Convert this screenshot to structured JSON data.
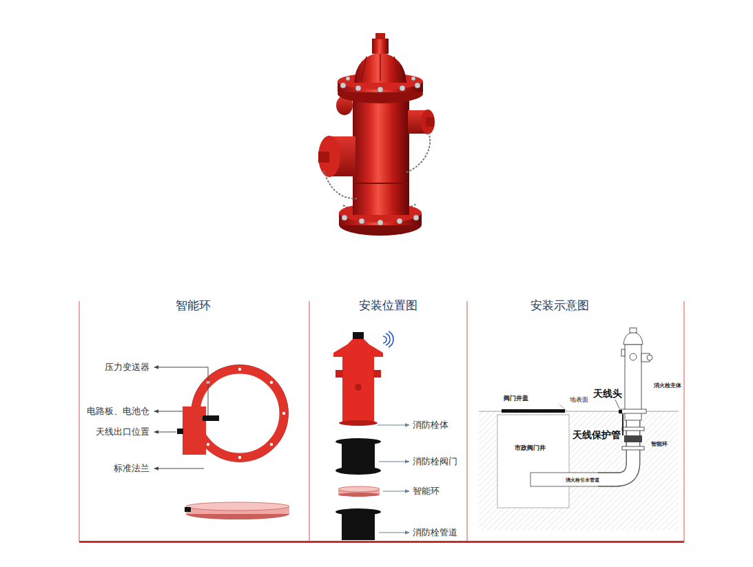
{
  "diagram": {
    "labels": [
      "智能环",
      "安装位置图",
      "安装示意图",
      "压力变送器",
      "电路板、电池仓",
      "天线出口位置",
      "标准法兰",
      "消防栓体",
      "消防栓阀门",
      "智能环",
      "消防栓管道",
      "阀门井盖",
      "地表面",
      "天线头",
      "消火栓主体",
      "天线保护管",
      "智能环",
      "市政阀门井",
      "消火栓引水管道"
    ]
  }
}
